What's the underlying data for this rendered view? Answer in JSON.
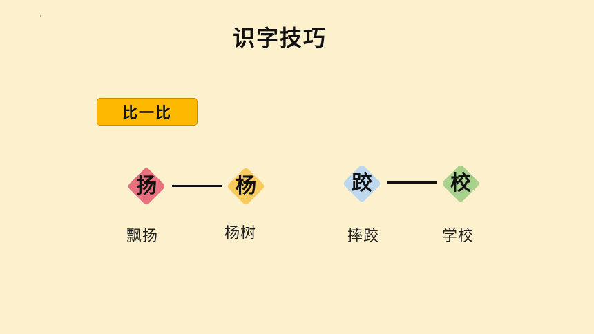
{
  "title": "识字技巧",
  "badge": {
    "label": "比一比",
    "color": "#FDB900"
  },
  "pairs": [
    {
      "left": {
        "char": "扬",
        "color": "#E9707F",
        "word": "飘扬"
      },
      "right": {
        "char": "杨",
        "color": "#F7CB5F",
        "word": "杨树"
      }
    },
    {
      "left": {
        "char": "跤",
        "color": "#BDD7EE",
        "word": "摔跤"
      },
      "right": {
        "char": "校",
        "color": "#A9D18E",
        "word": "学校"
      }
    }
  ]
}
